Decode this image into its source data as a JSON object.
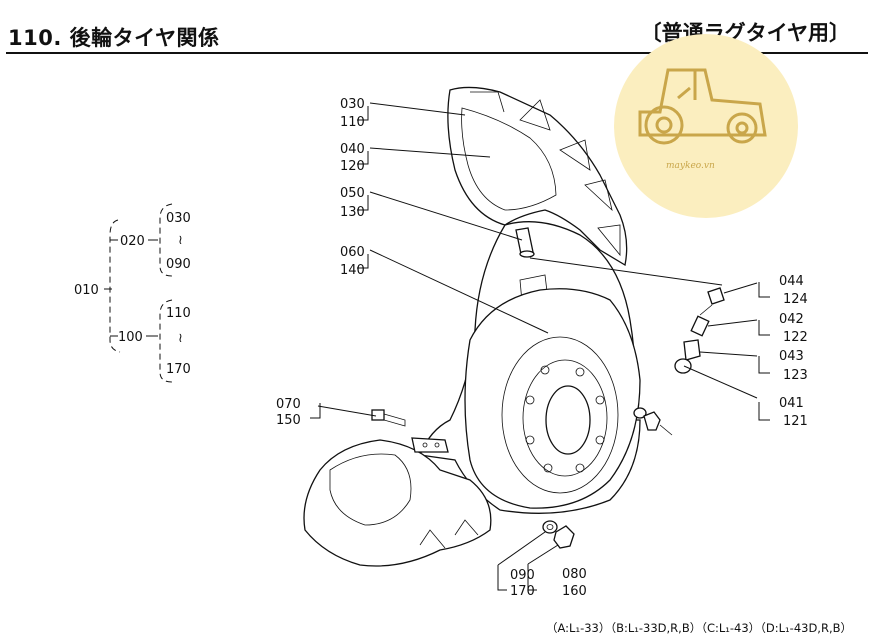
{
  "header": {
    "title": "110. 後輪タイヤ関係",
    "subtitle": "〔普通ラグタイヤ用〕"
  },
  "watermark": {
    "text": "maykeo.vn",
    "circle_color": "#fbeebf",
    "icon_color": "#c9a64a",
    "icon": "tractor-icon"
  },
  "tree": {
    "root": "010",
    "groups": [
      {
        "code": "020",
        "range_start": "030",
        "range_end": "090"
      },
      {
        "code": "100",
        "range_start": "110",
        "range_end": "170"
      }
    ]
  },
  "callouts": {
    "c030": {
      "top": "030",
      "bottom": "110"
    },
    "c040": {
      "top": "040",
      "bottom": "120"
    },
    "c050": {
      "top": "050",
      "bottom": "130"
    },
    "c060": {
      "top": "060",
      "bottom": "140"
    },
    "c070": {
      "top": "070",
      "bottom": "150"
    },
    "c044": {
      "top": "044",
      "bottom": "124"
    },
    "c042": {
      "top": "042",
      "bottom": "122"
    },
    "c043": {
      "top": "043",
      "bottom": "123"
    },
    "c041": {
      "top": "041",
      "bottom": "121"
    },
    "c090": {
      "top": "090",
      "bottom": "170"
    },
    "c080": {
      "top": "080",
      "bottom": "160"
    }
  },
  "footnote": "（A:L₁-33）（B:L₁-33D,R,B）（C:L₁-43）（D:L₁-43D,R,B）"
}
